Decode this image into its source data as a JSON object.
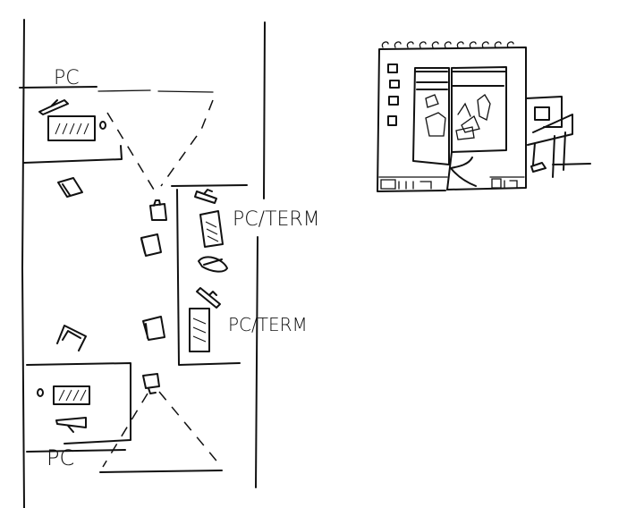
{
  "labels": {
    "top_room": "PC",
    "right_room_1": "PC/TERM",
    "right_room_2": "PC/TERM",
    "bottom_room": "PC"
  },
  "colors": {
    "ink": "#111111",
    "paper": "#ffffff"
  }
}
